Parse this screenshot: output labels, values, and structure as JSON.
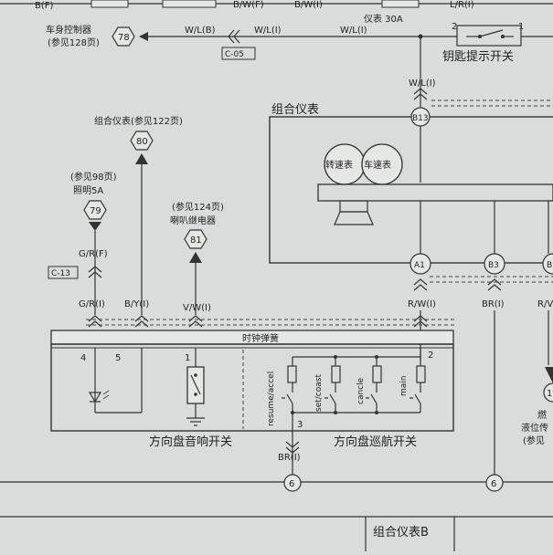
{
  "top": {
    "wire_bf": "B(F)",
    "wire_bwf": "B/W(F)",
    "wire_bwi": "B/W(I)",
    "wire_lri": "L/R(I)",
    "fuse_label": "仪表 30A",
    "switch_pin2": "2",
    "switch_pin1": "1",
    "switch_label": "钥匙提示开关"
  },
  "body_ctrl": {
    "name": "车身控制器",
    "ref": "(参见128页)",
    "connector": "78",
    "wire_wlb": "W/L(B)",
    "wire_wli_a": "W/L(I)",
    "wire_wli_b": "W/L(I)",
    "c_connector": "C-05",
    "wire_wli_drop": "W/L(I)"
  },
  "cluster": {
    "title": "组合仪表",
    "pin_b13": "B13",
    "tacho": "转速表",
    "speedo": "车速表",
    "pin_a1": "A1",
    "pin_b3": "B3",
    "pin_right": "B",
    "wire_rwi": "R/W(I)",
    "wire_bri": "BR(I)",
    "wire_rv": "R/V"
  },
  "left": {
    "cluster_ref": "组合仪表(参见122页)",
    "conn_80": "80",
    "lighting_ref": "(参见98页)",
    "lighting": "照明5A",
    "conn_79": "79",
    "wire_grf": "G/R(F)",
    "c13": "C-13",
    "wire_gri": "G/R(I)",
    "wire_byi": "B/Y(I)",
    "horn_ref": "(参见124页)",
    "horn_relay": "喇叭继电器",
    "conn_81": "81",
    "wire_vwi": "V/W(I)"
  },
  "switch_box": {
    "clock_spring": "时钟弹簧",
    "pin4": "4",
    "pin5": "5",
    "pin1": "1",
    "pin2": "2",
    "pin3": "3",
    "sw_resume": "resume/accel",
    "sw_set": "set/coast",
    "sw_cancel": "cancle",
    "sw_main": "main",
    "horn_switch": "方向盘音响开关",
    "cruise_switch": "方向盘巡航开关",
    "wire_bri": "BR(I)",
    "ground_6a": "6",
    "ground_6b": "6"
  },
  "right_edge": {
    "conn_1": "1",
    "fuel_1": "燃",
    "fuel_2": "液位传",
    "fuel_ref": "(参见"
  },
  "footer": {
    "label": "组合仪表B"
  }
}
